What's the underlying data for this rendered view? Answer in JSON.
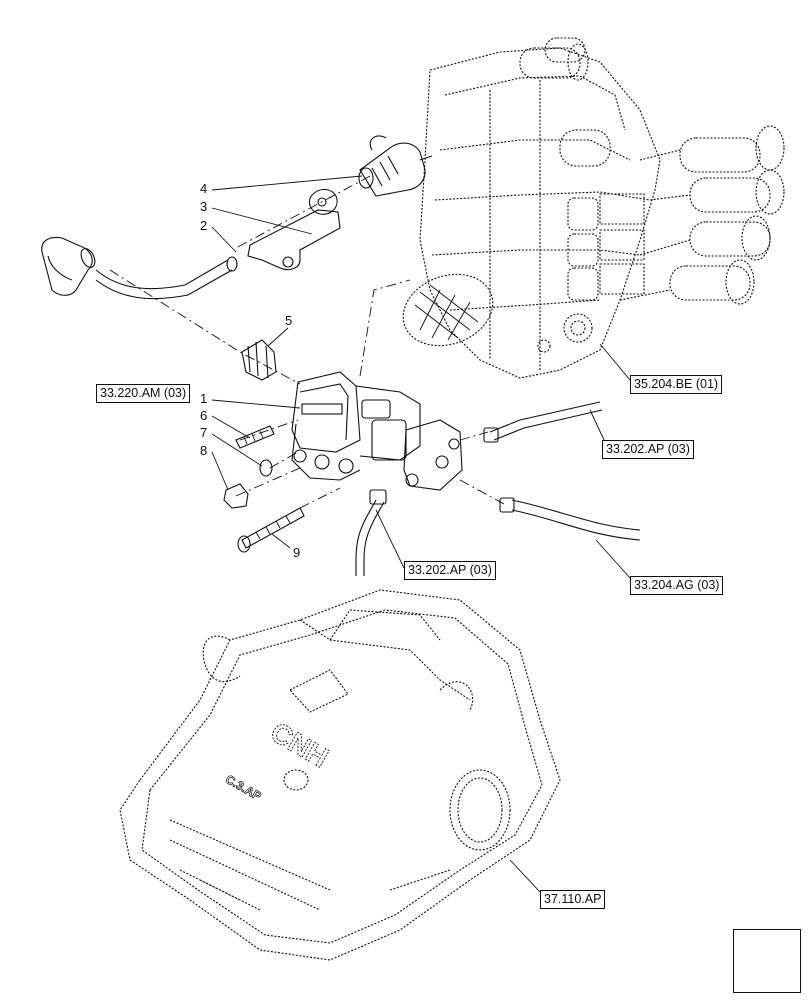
{
  "callouts": {
    "c1": "1",
    "c2": "2",
    "c3": "3",
    "c4": "4",
    "c5": "5",
    "c6": "6",
    "c7": "7",
    "c8": "8",
    "c9": "9"
  },
  "references": {
    "valve_bank": "35.204.BE (01)",
    "remote_valve": "33.220.AM (03)",
    "line_right": "33.202.AP (03)",
    "line_lower": "33.202.AP (03)",
    "hose": "33.204.AG (03)",
    "housing": "37.110.AP"
  },
  "housing_marks": {
    "brand": "CNH",
    "cast_code": "C.3.AP"
  },
  "icons": {
    "navigation": "next-page-arrow-icon"
  },
  "colors": {
    "line": "#111111",
    "background": "#ffffff"
  }
}
